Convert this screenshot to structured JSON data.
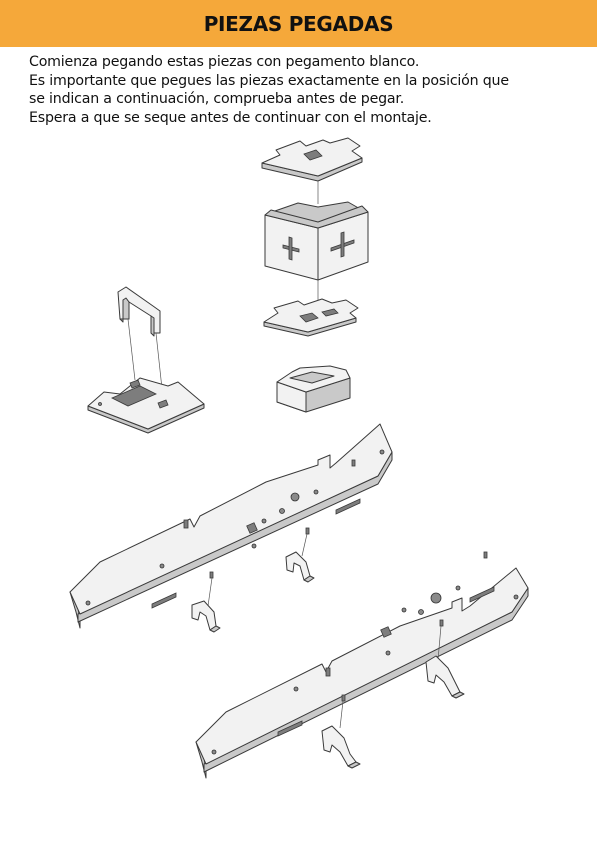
{
  "header": {
    "title": "PIEZAS PEGADAS"
  },
  "intro": {
    "lines": [
      "Comienza pegando estas piezas con pegamento blanco.",
      "Es importante que pegues las piezas exactamente en la posición que",
      "se indican a continuación, comprueba antes de pegar.",
      "Espera a que se seque antes de continuar con el montaje."
    ]
  },
  "colors": {
    "header_bg": "#f5a83a",
    "part_face": "#f2f2f2",
    "part_edge": "#3a3a3a"
  }
}
